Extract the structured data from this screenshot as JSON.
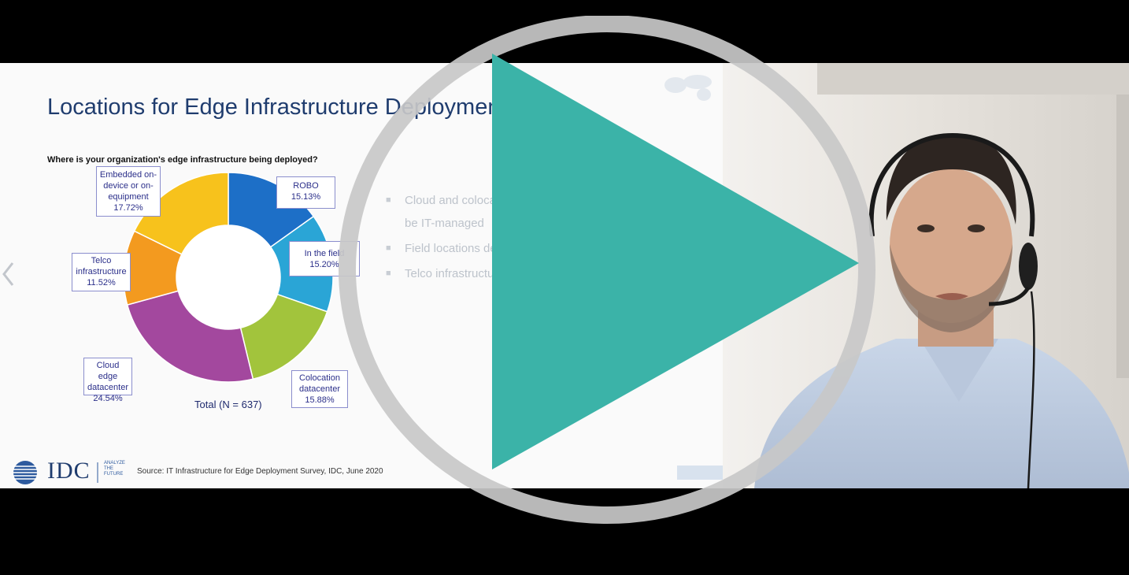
{
  "slide": {
    "title": "Locations for Edge Infrastructure Deployment",
    "question": "Where is your organization's edge infrastructure being deployed?",
    "total_label": "Total (N = 637)",
    "source": "Source: IT Infrastructure for Edge Deployment Survey, IDC, June 2020",
    "logo_text": "IDC",
    "logo_tagline": [
      "ANALYZE",
      "THE",
      "FUTURE"
    ],
    "bullets": [
      "Cloud and colocation locations will continue deployments in be IT-managed",
      "Field locations deployments will managed deployments",
      "Telco infrastructure IT-managed deployments"
    ],
    "callouts": [
      {
        "lines": [
          "ROBO",
          "15.13%"
        ]
      },
      {
        "lines": [
          "In the field",
          "15.20%"
        ]
      },
      {
        "lines": [
          "Colocation",
          "datacenter",
          "15.88%"
        ]
      },
      {
        "lines": [
          "Cloud edge",
          "datacenter",
          "24.54%"
        ]
      },
      {
        "lines": [
          "Telco",
          "infrastructure",
          "11.52%"
        ]
      },
      {
        "lines": [
          "Embedded on-",
          "device or on-",
          "equipment",
          "17.72%"
        ]
      }
    ]
  },
  "chart_data": {
    "type": "pie",
    "title": "Where is your organization's edge infrastructure being deployed?",
    "categories": [
      "ROBO",
      "In the field",
      "Colocation datacenter",
      "Cloud edge datacenter",
      "Telco infrastructure",
      "Embedded on-device or on-equipment"
    ],
    "values": [
      15.13,
      15.2,
      15.88,
      24.54,
      11.52,
      17.72
    ],
    "colors": [
      "#1d6fc7",
      "#2aa5d6",
      "#a2c43c",
      "#a3489e",
      "#f39a1f",
      "#f7c21c"
    ],
    "donut": true,
    "total_label": "Total (N = 637)"
  },
  "overlay": {
    "play_icon": "play-icon",
    "play_color": "#3bb3a8",
    "circle_color": "#c8c8c8"
  }
}
